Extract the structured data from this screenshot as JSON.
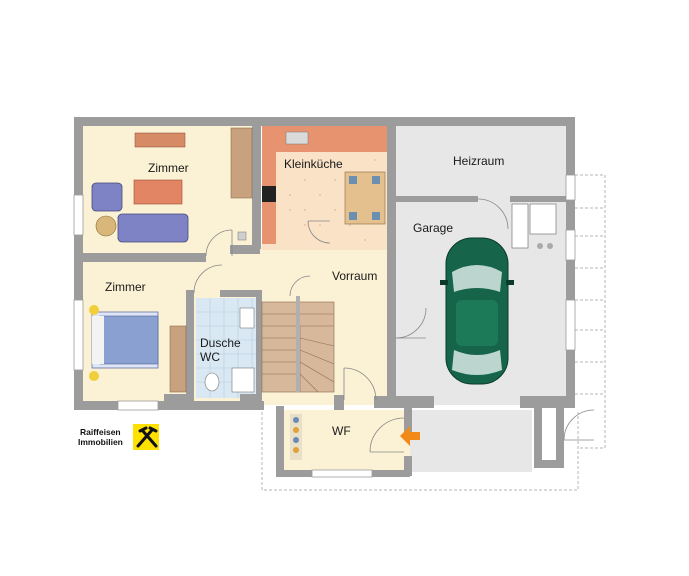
{
  "rooms": {
    "zimmer_top": "Zimmer",
    "zimmer_bottom": "Zimmer",
    "kleinkueche": "Kleinküche",
    "heizraum": "Heizraum",
    "garage": "Garage",
    "vorraum": "Vorraum",
    "dusche_line1": "Dusche",
    "dusche_line2": "WC",
    "wf": "WF"
  },
  "logo": {
    "line1": "Raiffeisen",
    "line2": "Immobilien"
  },
  "colors": {
    "wall": "#9c9c9c",
    "floor_cream": "#fbf1d4",
    "floor_grey": "#e7e7e7",
    "kitchen_floor": "#f9e2c6",
    "counter": "#e8936f",
    "car": "#16644a",
    "arrow": "#f28a1a",
    "logo_yellow": "#ffe100"
  }
}
